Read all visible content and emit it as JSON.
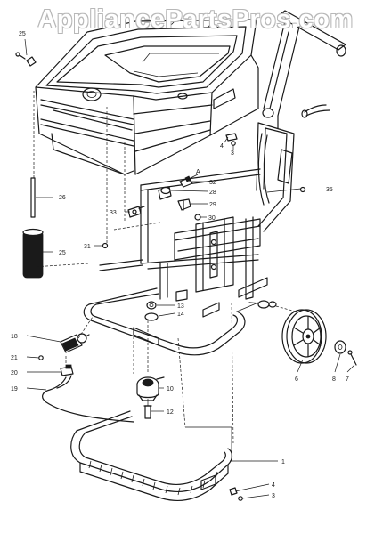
{
  "watermark": "AppliancePartsPros.com",
  "callouts": [
    {
      "id": "c25t",
      "label": "25"
    },
    {
      "id": "c4a",
      "label": "4"
    },
    {
      "id": "c3a",
      "label": "3"
    },
    {
      "id": "cA",
      "label": "A"
    },
    {
      "id": "c32",
      "label": "32"
    },
    {
      "id": "c35",
      "label": "35"
    },
    {
      "id": "c26",
      "label": "26"
    },
    {
      "id": "c28",
      "label": "28"
    },
    {
      "id": "c33",
      "label": "33"
    },
    {
      "id": "c29",
      "label": "29"
    },
    {
      "id": "c30",
      "label": "30"
    },
    {
      "id": "c25",
      "label": "25"
    },
    {
      "id": "c31",
      "label": "31"
    },
    {
      "id": "c13",
      "label": "13"
    },
    {
      "id": "c14",
      "label": "14"
    },
    {
      "id": "c18",
      "label": "18"
    },
    {
      "id": "c21",
      "label": "21"
    },
    {
      "id": "c20",
      "label": "20"
    },
    {
      "id": "c19",
      "label": "19"
    },
    {
      "id": "c10",
      "label": "10"
    },
    {
      "id": "c12",
      "label": "12"
    },
    {
      "id": "c6",
      "label": "6"
    },
    {
      "id": "c8",
      "label": "8"
    },
    {
      "id": "c7",
      "label": "7"
    },
    {
      "id": "c1",
      "label": "1"
    },
    {
      "id": "c4b",
      "label": "4"
    },
    {
      "id": "c3b",
      "label": "3"
    }
  ]
}
